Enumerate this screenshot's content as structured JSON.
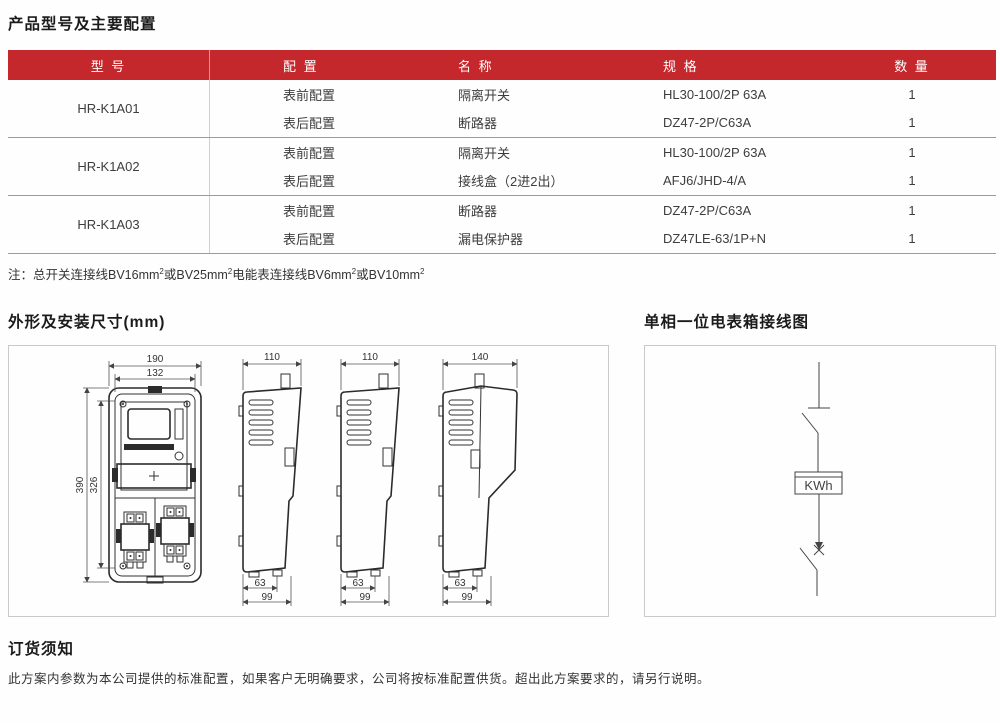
{
  "page_title": "产品型号及主要配置",
  "table": {
    "headers": [
      "型 号",
      "配 置",
      "名 称",
      "规 格",
      "数 量"
    ],
    "groups": [
      {
        "model": "HR-K1A01",
        "rows": [
          [
            "表前配置",
            "隔离开关",
            "HL30-100/2P 63A",
            "1"
          ],
          [
            "表后配置",
            "断路器",
            "DZ47-2P/C63A",
            "1"
          ]
        ]
      },
      {
        "model": "HR-K1A02",
        "rows": [
          [
            "表前配置",
            "隔离开关",
            "HL30-100/2P 63A",
            "1"
          ],
          [
            "表后配置",
            "接线盒（2进2出）",
            "AFJ6/JHD-4/A",
            "1"
          ]
        ]
      },
      {
        "model": "HR-K1A03",
        "rows": [
          [
            "表前配置",
            "断路器",
            "DZ47-2P/C63A",
            "1"
          ],
          [
            "表后配置",
            "漏电保护器",
            "DZ47LE-63/1P+N",
            "1"
          ]
        ]
      }
    ]
  },
  "note": {
    "t1": "注：总开关连接线BV16mm",
    "t2": "或BV25mm",
    "t3": "电能表连接线BV6mm",
    "t4": "或BV10mm",
    "sup": "2"
  },
  "sections": {
    "dimensions_title": "外形及安装尺寸(mm)",
    "wiring_title": "单相一位电表箱接线图"
  },
  "dims": {
    "front": {
      "outer_w": "190",
      "inner_w": "132",
      "outer_h": "390",
      "inner_h": "326"
    },
    "side1": {
      "w": "110",
      "d1": "63",
      "d2": "99"
    },
    "side2": {
      "w": "110",
      "d1": "63",
      "d2": "99"
    },
    "side3": {
      "w": "140",
      "d1": "63",
      "d2": "99"
    }
  },
  "wiring": {
    "meter_label": "KWh"
  },
  "ordering": {
    "title": "订货须知",
    "text": "此方案内参数为本公司提供的标准配置，如果客户无明确要求，公司将按标准配置供货。超出此方案要求的，请另行说明。"
  },
  "colors": {
    "accent_red": "#c4272c"
  }
}
